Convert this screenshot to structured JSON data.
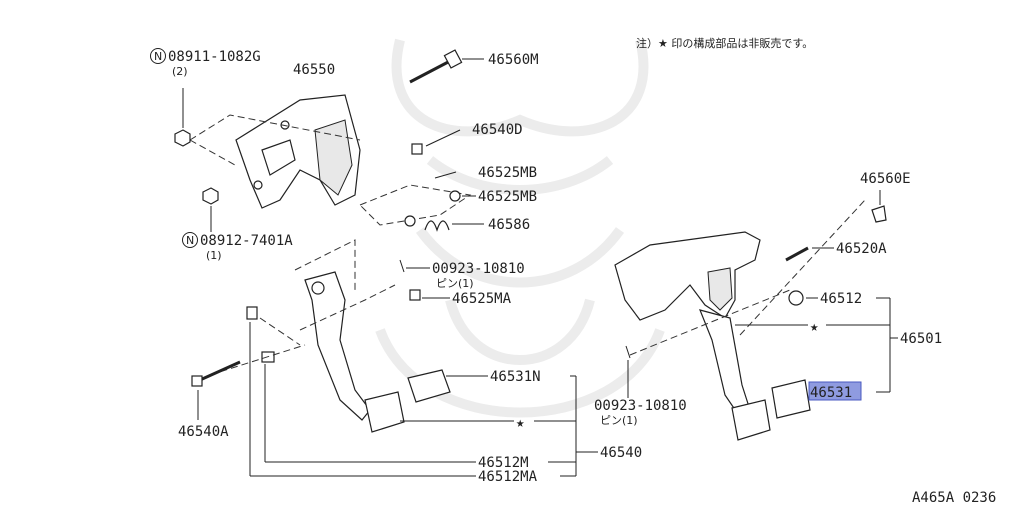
{
  "note": "注）★ 印の構成部品は非販売です。",
  "figure_code": "A465A 0236",
  "highlight_color": "#8f9be0",
  "callouts": {
    "n08911_code": "08911-1082G",
    "n08911_qty": "(2)",
    "p46550": "46550",
    "p46560M": "46560M",
    "p46540D": "46540D",
    "p46525MB_1": "46525MB",
    "p46525MB_2": "46525MB",
    "p46586": "46586",
    "n08912_code": "08912-7401A",
    "n08912_qty": "(1)",
    "p00923_top": "00923-10810",
    "pin_top": "ピン(1)",
    "p46525MA": "46525MA",
    "p46531N": "46531N",
    "p46540A": "46540A",
    "p46512M": "46512M",
    "p46512MA": "46512MA",
    "p46540": "46540",
    "p46560E": "46560E",
    "p46520A": "46520A",
    "p46512": "46512",
    "p46501": "46501",
    "p46531": "46531",
    "p00923_bottom": "00923-10810",
    "pin_bottom": "ピン(1)",
    "star": "★",
    "n_mark": "N"
  }
}
